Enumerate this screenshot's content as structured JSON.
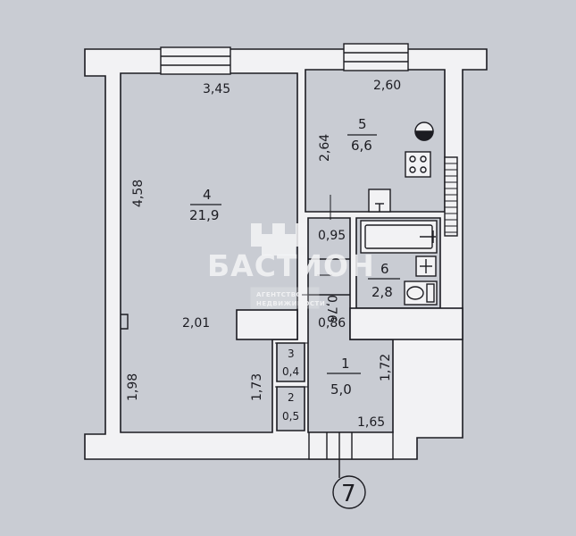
{
  "watermark": {
    "brand": "БАСТИОН",
    "sub_line1": "АГЕНТСТВО",
    "sub_line2": "НЕДВИЖИМОСТИ"
  },
  "rooms": {
    "r4": {
      "number": "4",
      "area": "21,9"
    },
    "r5": {
      "number": "5",
      "area": "6,6"
    },
    "r6": {
      "number": "6",
      "area": "2,8"
    },
    "r1": {
      "number": "1",
      "area": "5,0"
    },
    "r2": {
      "number": "2",
      "area": "0,5"
    },
    "r3": {
      "number": "3",
      "area": "0,4"
    }
  },
  "dimensions": {
    "top_r4": "3,45",
    "top_r5": "2,60",
    "side_r4": "4,58",
    "side_r5": "2,64",
    "d095": "0,95",
    "d076": "0,76",
    "d086": "0,86",
    "d201": "2,01",
    "d198": "1,98",
    "d173": "1,73",
    "d172": "1,72",
    "d165": "1,65"
  },
  "entrance": {
    "number": "7"
  },
  "colors": {
    "wall": "#f2f2f4",
    "outline": "#1c1c22",
    "background": "#c9ccd3",
    "watermark": "#f4f4f6"
  }
}
